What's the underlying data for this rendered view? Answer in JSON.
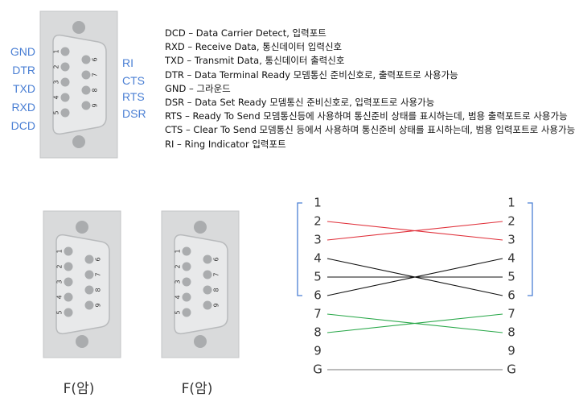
{
  "top_connector": {
    "left_labels": [
      "GND",
      "DTR",
      "TXD",
      "RXD",
      "DCD"
    ],
    "right_labels": [
      "RI",
      "CTS",
      "RTS",
      "DSR"
    ],
    "top_pins": [
      "1",
      "2",
      "3",
      "4",
      "5"
    ],
    "bottom_pins": [
      "6",
      "7",
      "8",
      "9"
    ]
  },
  "legend": [
    "DCD – Data Carrier Detect, 입력포트",
    "RXD – Receive Data, 통신데이터 입력신호",
    "TXD – Transmit Data, 통신데이터 출력신호",
    "DTR – Data Terminal Ready 모뎀통신 준비신호로, 출력포트로 사용가능",
    "GND – 그라운드",
    "DSR – Data Set Ready 모뎀통신 준비신호로, 입력포트로 사용가능",
    "RTS – Ready To Send 모뎀통신등에 사용하며 통신준비 상태를 표시하는데, 범용 출력포트로 사용가능",
    "CTS – Clear To Send 모뎀통신 등에서 사용하며 통신준비 상태를 표시하는데, 범용 입력포트로 사용가능",
    "RI    – Ring Indicator 입력포트"
  ],
  "connectors_bottom": [
    {
      "caption": "F(암)"
    },
    {
      "caption": "F(암)"
    }
  ],
  "wiring": {
    "left_pins": [
      "1",
      "2",
      "3",
      "4",
      "5",
      "6",
      "7",
      "8",
      "9",
      "G"
    ],
    "right_pins": [
      "1",
      "2",
      "3",
      "4",
      "5",
      "6",
      "7",
      "8",
      "9",
      "G"
    ],
    "connections": [
      {
        "from": "2",
        "to": "3",
        "color": "#e0303a"
      },
      {
        "from": "3",
        "to": "2",
        "color": "#e0303a"
      },
      {
        "from": "4",
        "to": "6",
        "color": "#111111"
      },
      {
        "from": "5",
        "to": "5",
        "color": "#111111"
      },
      {
        "from": "6",
        "to": "4",
        "color": "#111111"
      },
      {
        "from": "7",
        "to": "8",
        "color": "#2aa84a"
      },
      {
        "from": "8",
        "to": "7",
        "color": "#2aa84a"
      },
      {
        "from": "G",
        "to": "G",
        "color": "#777777"
      }
    ],
    "bracket_color": "#4a7fd4"
  },
  "colors": {
    "plate": "#d9dadb",
    "plate_border": "#c4c5c7",
    "hole": "#aaacae",
    "shell": "#e8e9ea",
    "shell_border": "#b8babc",
    "pin": "#aaacae",
    "label_blue": "#4a7fd4"
  }
}
